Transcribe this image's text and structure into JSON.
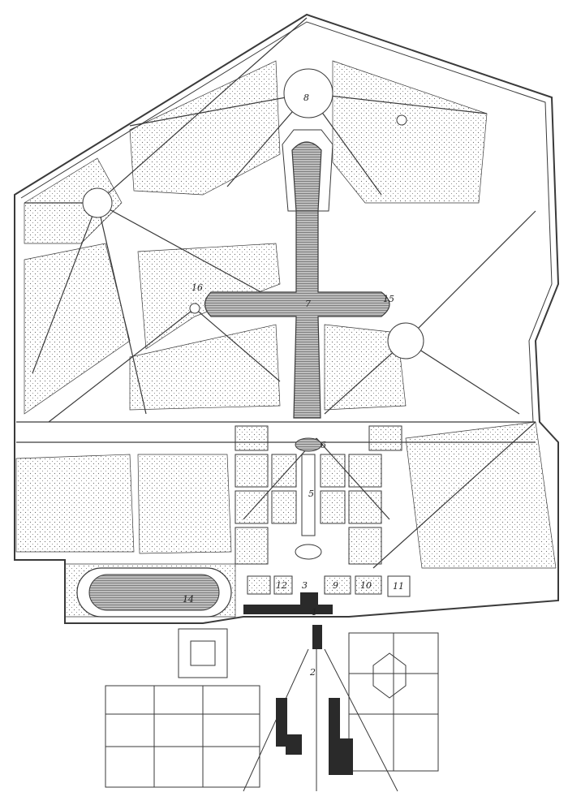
{
  "map": {
    "colors": {
      "ink": "#3a3a3a",
      "paper": "#ffffff",
      "dot": "#6a6a6a",
      "water": "#8a8a8a",
      "building": "#2a2a2a"
    },
    "labels": [
      {
        "id": "label-1",
        "text": "1"
      },
      {
        "id": "label-2",
        "text": "2"
      },
      {
        "id": "label-3",
        "text": "3"
      },
      {
        "id": "label-5",
        "text": "5"
      },
      {
        "id": "label-6",
        "text": "6"
      },
      {
        "id": "label-7",
        "text": "7"
      },
      {
        "id": "label-8",
        "text": "8"
      },
      {
        "id": "label-9",
        "text": "9"
      },
      {
        "id": "label-10",
        "text": "10"
      },
      {
        "id": "label-11",
        "text": "11"
      },
      {
        "id": "label-12",
        "text": "12"
      },
      {
        "id": "label-14",
        "text": "14"
      },
      {
        "id": "label-15",
        "text": "15"
      },
      {
        "id": "label-16",
        "text": "16"
      }
    ]
  }
}
